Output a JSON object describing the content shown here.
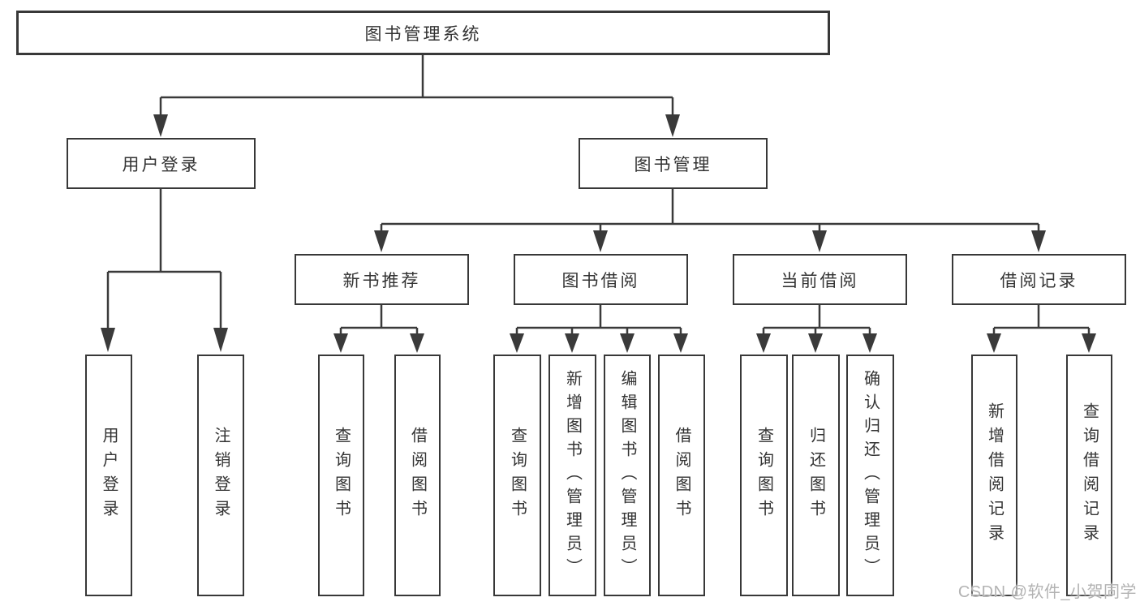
{
  "diagram": {
    "root": {
      "label": "图书管理系统"
    },
    "level1": [
      {
        "label": "用户登录",
        "children": [
          {
            "label": "用户登录"
          },
          {
            "label": "注销登录"
          }
        ]
      },
      {
        "label": "图书管理",
        "children": [
          {
            "label": "新书推荐",
            "children": [
              {
                "label": "查询图书"
              },
              {
                "label": "借阅图书"
              }
            ]
          },
          {
            "label": "图书借阅",
            "children": [
              {
                "label": "查询图书"
              },
              {
                "label": "新增图书（管理员）"
              },
              {
                "label": "编辑图书（管理员）"
              },
              {
                "label": "借阅图书"
              }
            ]
          },
          {
            "label": "当前借阅",
            "children": [
              {
                "label": "查询图书"
              },
              {
                "label": "归还图书"
              },
              {
                "label": "确认归还（管理员）"
              }
            ]
          },
          {
            "label": "借阅记录",
            "children": [
              {
                "label": "新增借阅记录"
              },
              {
                "label": "查询借阅记录"
              }
            ]
          }
        ]
      }
    ]
  },
  "watermark": {
    "text": "CSDN @软件_小贺同学",
    "color": "#b3b3b3"
  },
  "colors": {
    "line": "#3a3a3a",
    "border": "#383838",
    "text": "#333333",
    "box_fill": "#ffffff",
    "background": "#ffffff"
  }
}
